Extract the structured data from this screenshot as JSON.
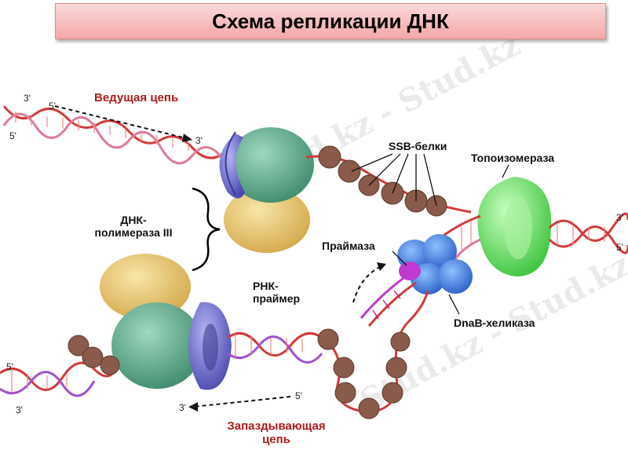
{
  "title": "Схема репликации ДНК",
  "labels": {
    "leading_strand": "Ведущая цепь",
    "ssb_proteins": "SSB-белки",
    "topoisomerase": "Топоизомераза",
    "dna_polymerase_line1": "ДНК-",
    "dna_polymerase_line2": "полимераза III",
    "primase": "Праймаза",
    "rna_primer_line1": "РНК-",
    "rna_primer_line2": "праймер",
    "dnab_helicase": "DnaB-хеликаза",
    "lagging_strand_line1": "Запаздывающая",
    "lagging_strand_line2": "цепь"
  },
  "strand_ends": {
    "top_left_3": "3'",
    "top_left_5": "5'",
    "leading_arrow_5": "5'",
    "leading_arrow_3": "3'",
    "right_3": "3'",
    "right_5": "5'",
    "bottom_left_5": "5'",
    "bottom_left_3": "3'",
    "lagging_arrow_3": "3'",
    "lagging_arrow_5": "5'"
  },
  "watermark": "Stud.kz - Stud.kz",
  "colors": {
    "title_bg": "#f4a8a8",
    "strand_red": "#d33a3a",
    "strand_pink": "#e07a9a",
    "polymerase_green": "#5ea88a",
    "clamp_purple": "#6f6fd0",
    "polymerase_yellow": "#e8c56a",
    "topoisomerase_green": "#6fe06f",
    "helicase_blue": "#3f7fe0",
    "primase_magenta": "#c03ad0",
    "ssb_brown": "#8a5a4a",
    "label_red": "#b11a1a"
  }
}
